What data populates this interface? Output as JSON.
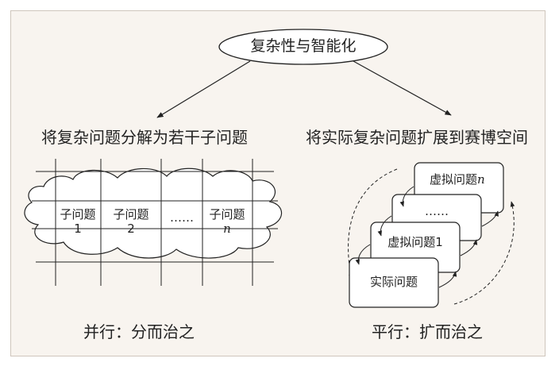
{
  "root": {
    "label": "复杂性与智能化"
  },
  "left": {
    "heading": "将复杂问题分解为若干子问题",
    "cells": [
      {
        "label": "子问题",
        "index": "1",
        "italic": false
      },
      {
        "label": "子问题",
        "index": "2",
        "italic": false
      },
      {
        "label": "……",
        "index": "",
        "italic": false
      },
      {
        "label": "子问题",
        "index": "n",
        "italic": true
      }
    ],
    "caption": "并行：分而治之"
  },
  "right": {
    "heading": "将实际复杂问题扩展到赛博空间",
    "cards": [
      {
        "label": "实际问题",
        "suffix": ""
      },
      {
        "label": "虚拟问题1",
        "suffix": ""
      },
      {
        "label": "……",
        "suffix": ""
      },
      {
        "label": "虚拟问题",
        "suffix": "n"
      }
    ],
    "caption": "平行：扩而治之"
  },
  "colors": {
    "background": "#f8f4ef",
    "border": "#cfc6bc",
    "stroke": "#222222"
  }
}
